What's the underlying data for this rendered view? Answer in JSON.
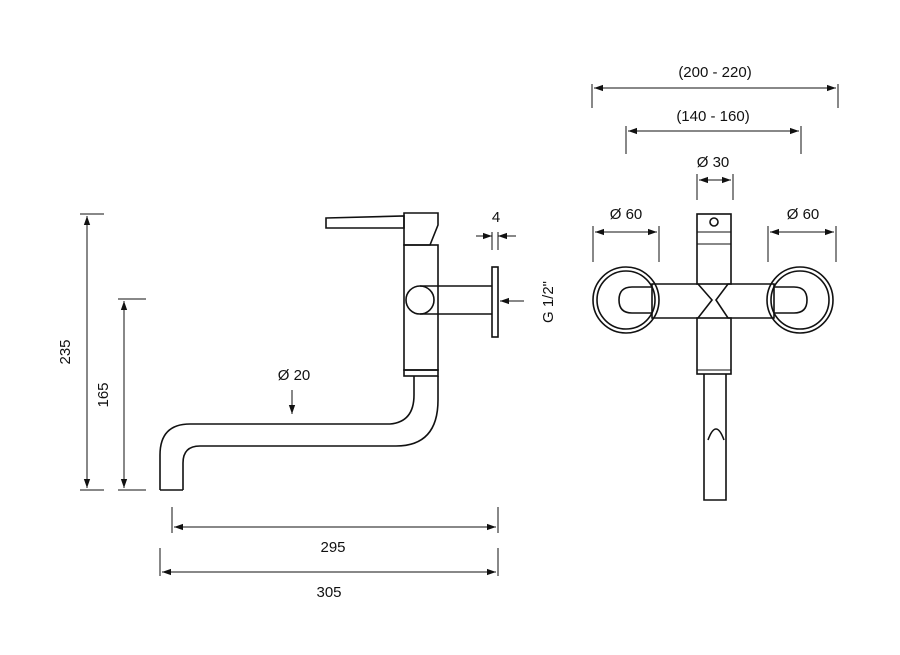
{
  "dimensions": {
    "overall_width": "(200 - 220)",
    "centers": "(140 - 160)",
    "body_diameter": "Ø 30",
    "flange_left": "Ø 60",
    "flange_right": "Ø 60",
    "connection_thickness": "4",
    "thread": "G 1/2\"",
    "spout_diameter": "Ø 20",
    "total_height": "235",
    "spout_height": "165",
    "spout_reach": "295",
    "total_reach": "305"
  },
  "colors": {
    "line": "#111111",
    "background": "#ffffff"
  }
}
